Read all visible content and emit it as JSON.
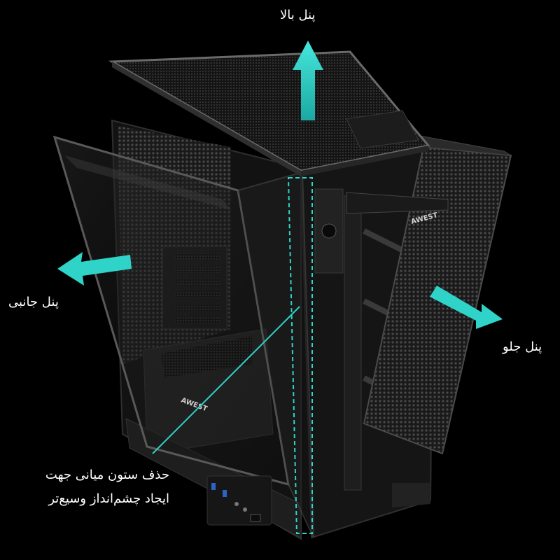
{
  "labels": {
    "top_panel": "پنل بالا",
    "side_panel": "پنل جانبی",
    "front_panel": "پنل جلو",
    "pillarless_line1": "حذف ستون میانی جهت",
    "pillarless_line2": "ایجاد چشم‌انداز وسیع‌تر"
  },
  "brand": {
    "logo_text": "AWEST"
  },
  "colors": {
    "background": "#000000",
    "accent": "#2fd3c8",
    "case_body": "#2a2a2a",
    "mesh": "#3a3a3a"
  },
  "arrows": [
    {
      "name": "top-panel-arrow",
      "direction": "up"
    },
    {
      "name": "side-panel-arrow",
      "direction": "left"
    },
    {
      "name": "front-panel-arrow",
      "direction": "right"
    }
  ]
}
